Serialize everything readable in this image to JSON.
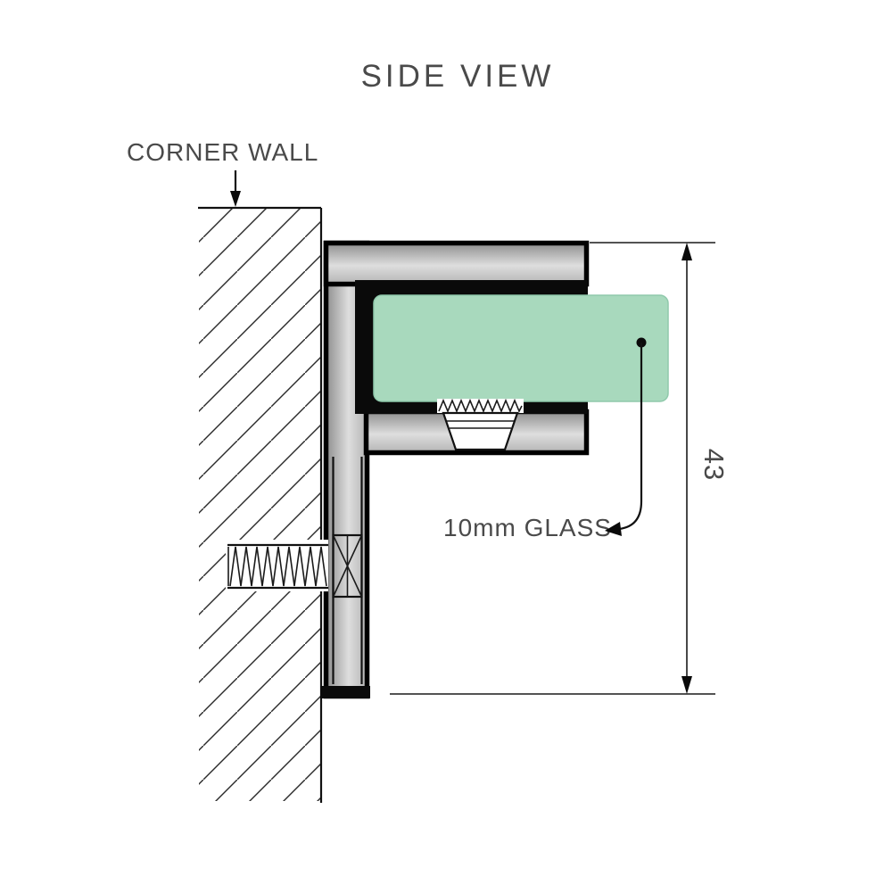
{
  "title": "SIDE VIEW",
  "labels": {
    "corner_wall": "CORNER WALL",
    "glass": "10mm GLASS",
    "dimension": "43"
  },
  "colors": {
    "text": "#4a4a4a",
    "glass": "#a8d9bd",
    "glass_edge": "#8fc9ab",
    "metal_dark": "#8e8e8e",
    "metal_light": "#dedede",
    "metal_mid": "#b4b4b4",
    "outline": "#000000",
    "line": "#1a1a1a"
  }
}
